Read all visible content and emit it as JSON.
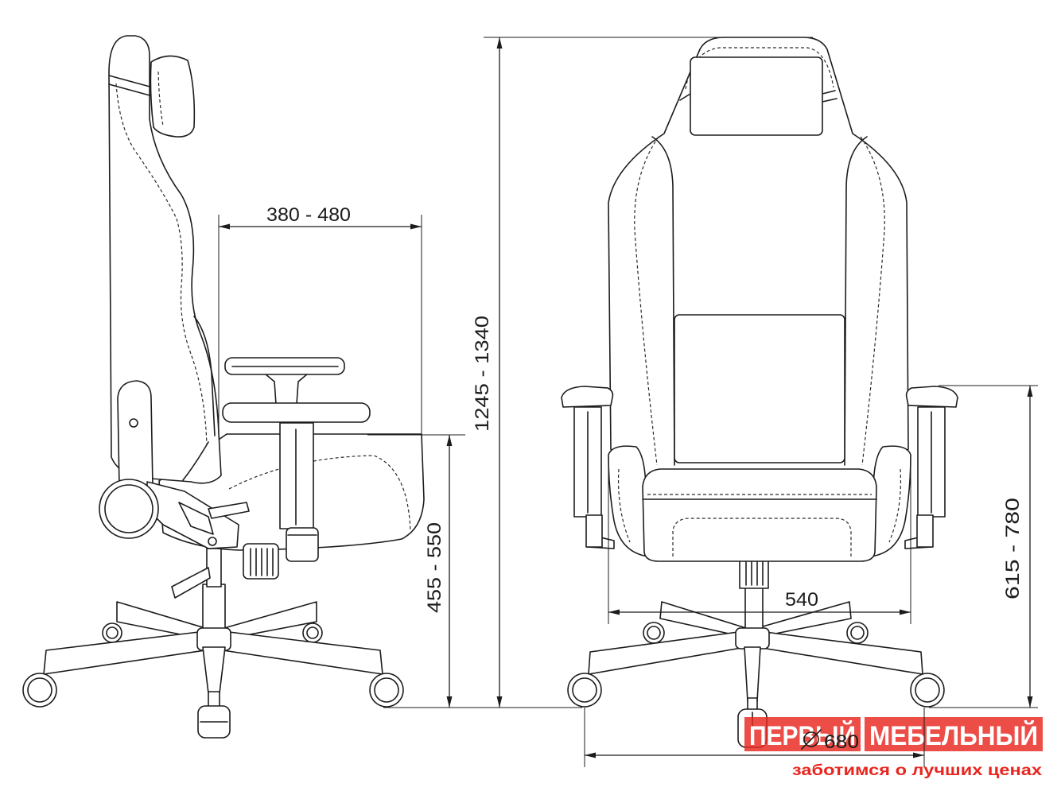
{
  "diagram": {
    "dimensions": {
      "side_horizontal": "380 - 480",
      "overall_vertical": "1245 - 1340",
      "side_vertical": "455 - 550",
      "front_horizontal": "540",
      "front_vertical": "615 - 780",
      "base_horizontal": "680"
    },
    "icons": {
      "base_symbol": "diameter-icon"
    }
  },
  "watermark": {
    "word_1": "ПЕРВЫЙ",
    "word_2": "МЕБЕЛЬНЫЙ",
    "tagline": "заботимся о лучших ценах",
    "color": "#e8261f"
  }
}
